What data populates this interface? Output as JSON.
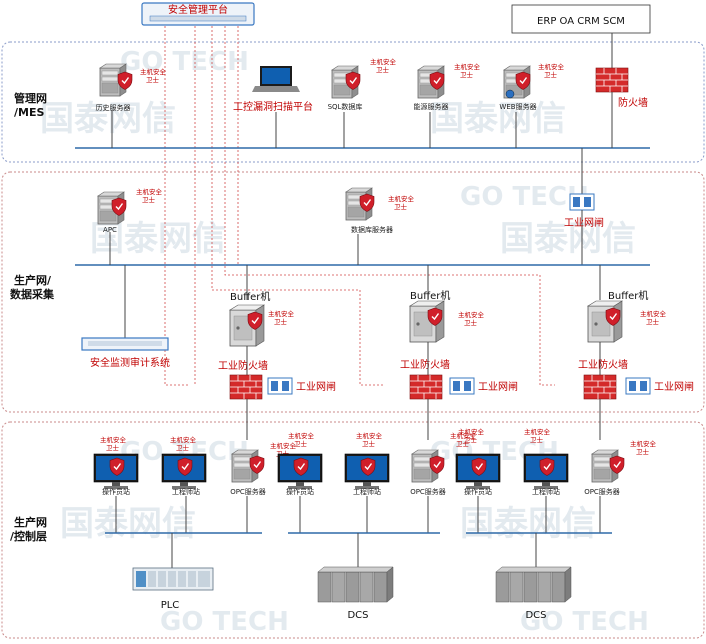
{
  "platform": {
    "label": "安全管理平台"
  },
  "erp_box": {
    "label": "ERP  OA  CRM  SCM"
  },
  "zones": [
    {
      "id": "mgmt",
      "label_line1": "管理网",
      "label_line2": "/MES"
    },
    {
      "id": "prod",
      "label_line1": "生产网/",
      "label_line2": "数据采集"
    },
    {
      "id": "ctrl",
      "label_line1": "生产网",
      "label_line2": "/控制层"
    }
  ],
  "guard_text": {
    "line1": "主机安全",
    "line2": "卫士"
  },
  "mgmt": {
    "history_server": "历史服务器",
    "scan_platform": "工控漏洞扫描平台",
    "sql_db": "SQL数据库",
    "energy_server": "能源服务器",
    "web_server": "WEB服务器",
    "firewall": "防火墙"
  },
  "prod": {
    "apc": "APC",
    "db_server": "数据库服务器",
    "gateway_top": "工业网闸",
    "audit_system": "安全监测审计系统",
    "buffer_label": "Buffer机",
    "industrial_firewall": "工业防火墙",
    "gateway": "工业网闸"
  },
  "ctrl": {
    "operator_station": "操作员站",
    "engineer_station": "工程师站",
    "opc_server": "OPC服务器",
    "plc": "PLC",
    "dcs": "DCS"
  },
  "watermark": {
    "cn": "国泰网信",
    "en": "GO TECH"
  },
  "colors": {
    "bus": "#2f6aa8",
    "accent_red": "#c00000",
    "zone_border": "#c98a8a"
  }
}
